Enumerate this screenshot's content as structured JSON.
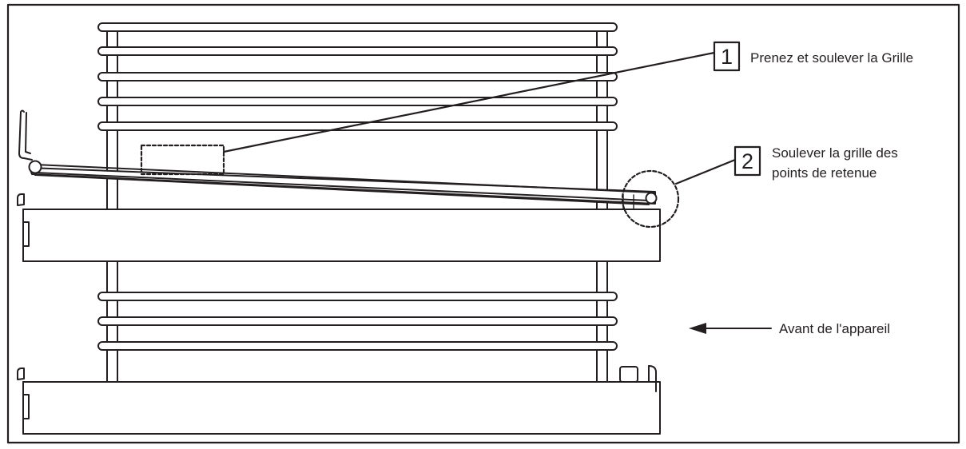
{
  "callouts": [
    {
      "number": "1",
      "text": "Prenez et soulever la Grille"
    },
    {
      "number": "2",
      "line1": "Soulever la grille des",
      "line2": "points de retenue"
    }
  ],
  "front_label": "Avant de l'appareil",
  "colors": {
    "ink": "#231f20",
    "background": "#ffffff"
  }
}
